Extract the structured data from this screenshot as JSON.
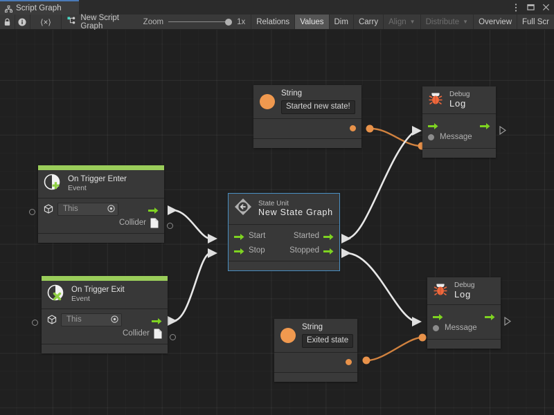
{
  "window": {
    "tab_label": "Script Graph",
    "tab_icon": "graph-icon",
    "controls": [
      {
        "name": "more-options",
        "glyph": "⋮"
      },
      {
        "name": "maximize",
        "glyph": "□"
      },
      {
        "name": "close",
        "glyph": "✕"
      }
    ]
  },
  "toolbar": {
    "lock_icon": "lock-icon",
    "info_icon": "info-icon",
    "code_label": "⟨×⟩",
    "graph_name": "New Script Graph",
    "graph_icon": "script-graph-icon",
    "zoom_label": "Zoom",
    "zoom_value": "1x",
    "zoom_percent": 100,
    "right_items": [
      {
        "label": "Relations",
        "state": "normal"
      },
      {
        "label": "Values",
        "state": "active"
      },
      {
        "label": "Dim",
        "state": "normal"
      },
      {
        "label": "Carry",
        "state": "normal"
      },
      {
        "label": "Align",
        "state": "dim",
        "caret": true
      },
      {
        "label": "Distribute",
        "state": "dim",
        "caret": true
      },
      {
        "label": "Overview",
        "state": "normal"
      },
      {
        "label": "Full Scr",
        "state": "normal"
      }
    ]
  },
  "colors": {
    "accent_green": "#9acd5a",
    "flow_arrow_green": "#7ed321",
    "value_orange": "#e8924a",
    "selection_blue": "#4a90c4",
    "canvas_bg": "#202020",
    "node_bg": "#383838"
  },
  "nodes": {
    "string_top": {
      "title": "String",
      "value": "Started new state!",
      "icon": "string-value-icon"
    },
    "debug_log_top": {
      "title": "Debug",
      "subtitle": "Log",
      "icon": "debug-bug-icon",
      "input_port": "flow-in",
      "output_port": "flow-out",
      "message_label": "Message"
    },
    "on_trigger_enter": {
      "title": "On Trigger Enter",
      "subtitle": "Event",
      "icon": "on-trigger-enter-icon",
      "target_value": "This",
      "target_icon": "cube-icon",
      "collider_label": "Collider",
      "collider_icon": "document-icon"
    },
    "state_unit": {
      "title": "State Unit",
      "subtitle": "New  State  Graph",
      "icon": "state-unit-icon",
      "selected": true,
      "inputs": [
        "Start",
        "Stop"
      ],
      "outputs": [
        "Started",
        "Stopped"
      ]
    },
    "on_trigger_exit": {
      "title": "On Trigger Exit",
      "subtitle": "Event",
      "icon": "on-trigger-exit-icon",
      "target_value": "This",
      "target_icon": "cube-icon",
      "collider_label": "Collider",
      "collider_icon": "document-icon"
    },
    "string_bottom": {
      "title": "String",
      "value": "Exited state",
      "icon": "string-value-icon"
    },
    "debug_log_bottom": {
      "title": "Debug",
      "subtitle": "Log",
      "icon": "debug-bug-icon",
      "input_port": "flow-in",
      "output_port": "flow-out",
      "message_label": "Message"
    }
  },
  "connections": [
    {
      "from": "string_top.value_out",
      "to": "debug_log_top.message",
      "kind": "value"
    },
    {
      "from": "on_trigger_enter.flow_out",
      "to": "state_unit.start",
      "kind": "flow"
    },
    {
      "from": "on_trigger_exit.flow_out",
      "to": "state_unit.stop",
      "kind": "flow"
    },
    {
      "from": "state_unit.started",
      "to": "debug_log_top.flow_in",
      "kind": "flow"
    },
    {
      "from": "state_unit.stopped",
      "to": "debug_log_bottom.flow_in",
      "kind": "flow"
    },
    {
      "from": "string_bottom.value_out",
      "to": "debug_log_bottom.message",
      "kind": "value"
    }
  ]
}
